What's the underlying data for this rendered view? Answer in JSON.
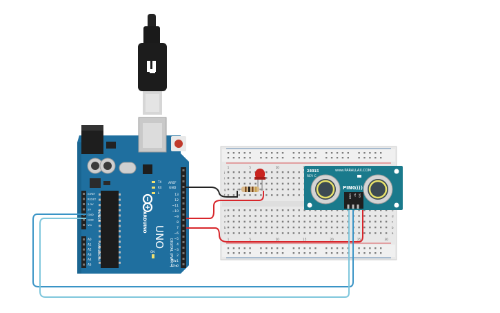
{
  "arduino": {
    "brand": "ARDUINO",
    "model": "UNO",
    "labels": {
      "aref": "AREF",
      "gnd": "GND",
      "tx": "TX",
      "rx": "RX",
      "l": "L",
      "on": "ON",
      "digital": "DIGITAL (PWM~)",
      "power": "POWER",
      "analog": "ANALOG IN",
      "pwm_mark": "~",
      "tx1": "TX▸1",
      "rx0": "RX◂0"
    },
    "digital_pins": [
      "13",
      "12",
      "~11",
      "~10",
      "~9",
      "8",
      "7",
      "~6",
      "~5",
      "4",
      "~3",
      "2"
    ],
    "power_pins": [
      "IOREF",
      "RESET",
      "3.3V",
      "5V",
      "GND",
      "GND",
      "Vin"
    ],
    "analog_pins": [
      "A0",
      "A1",
      "A2",
      "A3",
      "A4",
      "A5"
    ]
  },
  "breadboard": {
    "col_numbers": [
      "1",
      "5",
      "10",
      "15",
      "20",
      "25",
      "30"
    ],
    "row_letters_top": [
      "j",
      "i",
      "h",
      "g",
      "f"
    ],
    "row_letters_bottom": [
      "e",
      "d",
      "c",
      "b",
      "a"
    ]
  },
  "sensor": {
    "name": "PING)))",
    "model": "28015",
    "rev": "REV C",
    "brand": "www.PARALLAX.COM",
    "pins": [
      "GND",
      "5V",
      "SIG"
    ]
  },
  "colors": {
    "board": "#1f6f9f",
    "sensor": "#1a7a8c",
    "wire_red": "#d8262b",
    "wire_black": "#222222",
    "wire_blue": "#3a94c6",
    "wire_cyan": "#7ec6dc",
    "led": "#c9241f"
  }
}
